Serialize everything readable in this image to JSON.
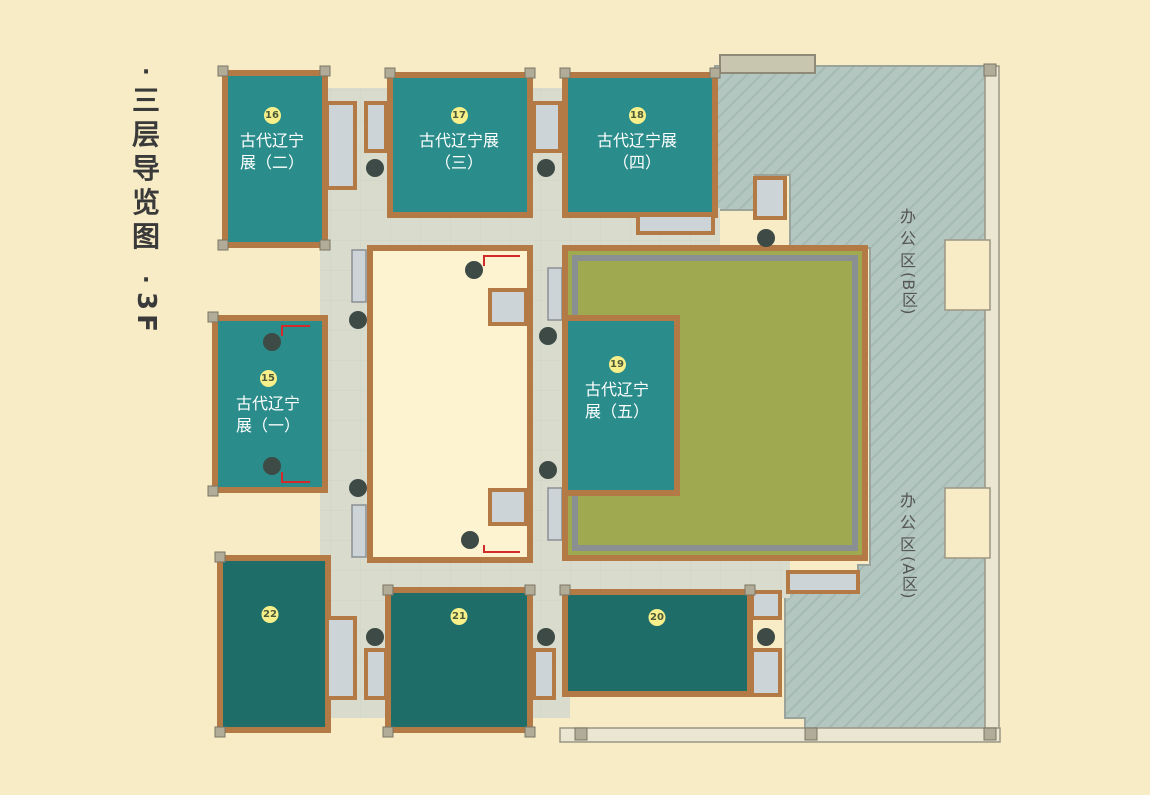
{
  "title": {
    "dot": "·",
    "chars": [
      "三",
      "层",
      "导",
      "览",
      "图"
    ],
    "floor": "3F"
  },
  "rooms": [
    {
      "num": "16",
      "line1": "古代辽宁",
      "line2": "展（二）"
    },
    {
      "num": "17",
      "line1": "古代辽宁展",
      "line2": "（三）"
    },
    {
      "num": "18",
      "line1": "古代辽宁展",
      "line2": "（四）"
    },
    {
      "num": "15",
      "line1": "古代辽宁",
      "line2": "展（一）"
    },
    {
      "num": "19",
      "line1": "古代辽宁",
      "line2": "展（五）"
    },
    {
      "num": "22",
      "line1": "",
      "line2": ""
    },
    {
      "num": "21",
      "line1": "",
      "line2": ""
    },
    {
      "num": "20",
      "line1": "",
      "line2": ""
    }
  ],
  "offices": [
    {
      "chars": [
        "办",
        "公",
        "区"
      ],
      "paren": "(B区)"
    },
    {
      "chars": [
        "办",
        "公",
        "区"
      ],
      "paren": "(A区)"
    }
  ],
  "colors": {
    "background": "#f8ecc6",
    "exhibit_room": "#2a8c8b",
    "exhibit_room_dark": "#1f6d69",
    "wall": "#b37a45",
    "corridor": "#d9dccd",
    "office_area": "#b3c6c0",
    "courtyard": "#9faa50",
    "atrium": "#fdf3d0",
    "label_circle": "#f7f08a"
  }
}
